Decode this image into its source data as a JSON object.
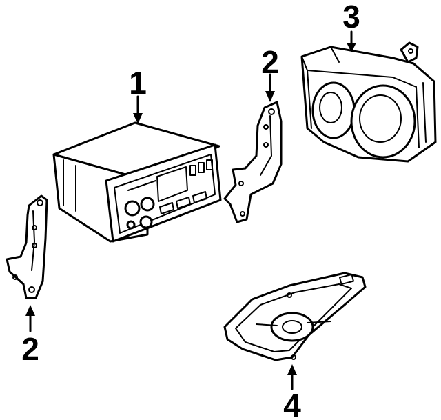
{
  "callouts": {
    "radio": "1",
    "bracket_right": "2",
    "speaker_enclosure": "3",
    "bracket_left": "2",
    "speaker": "4"
  }
}
